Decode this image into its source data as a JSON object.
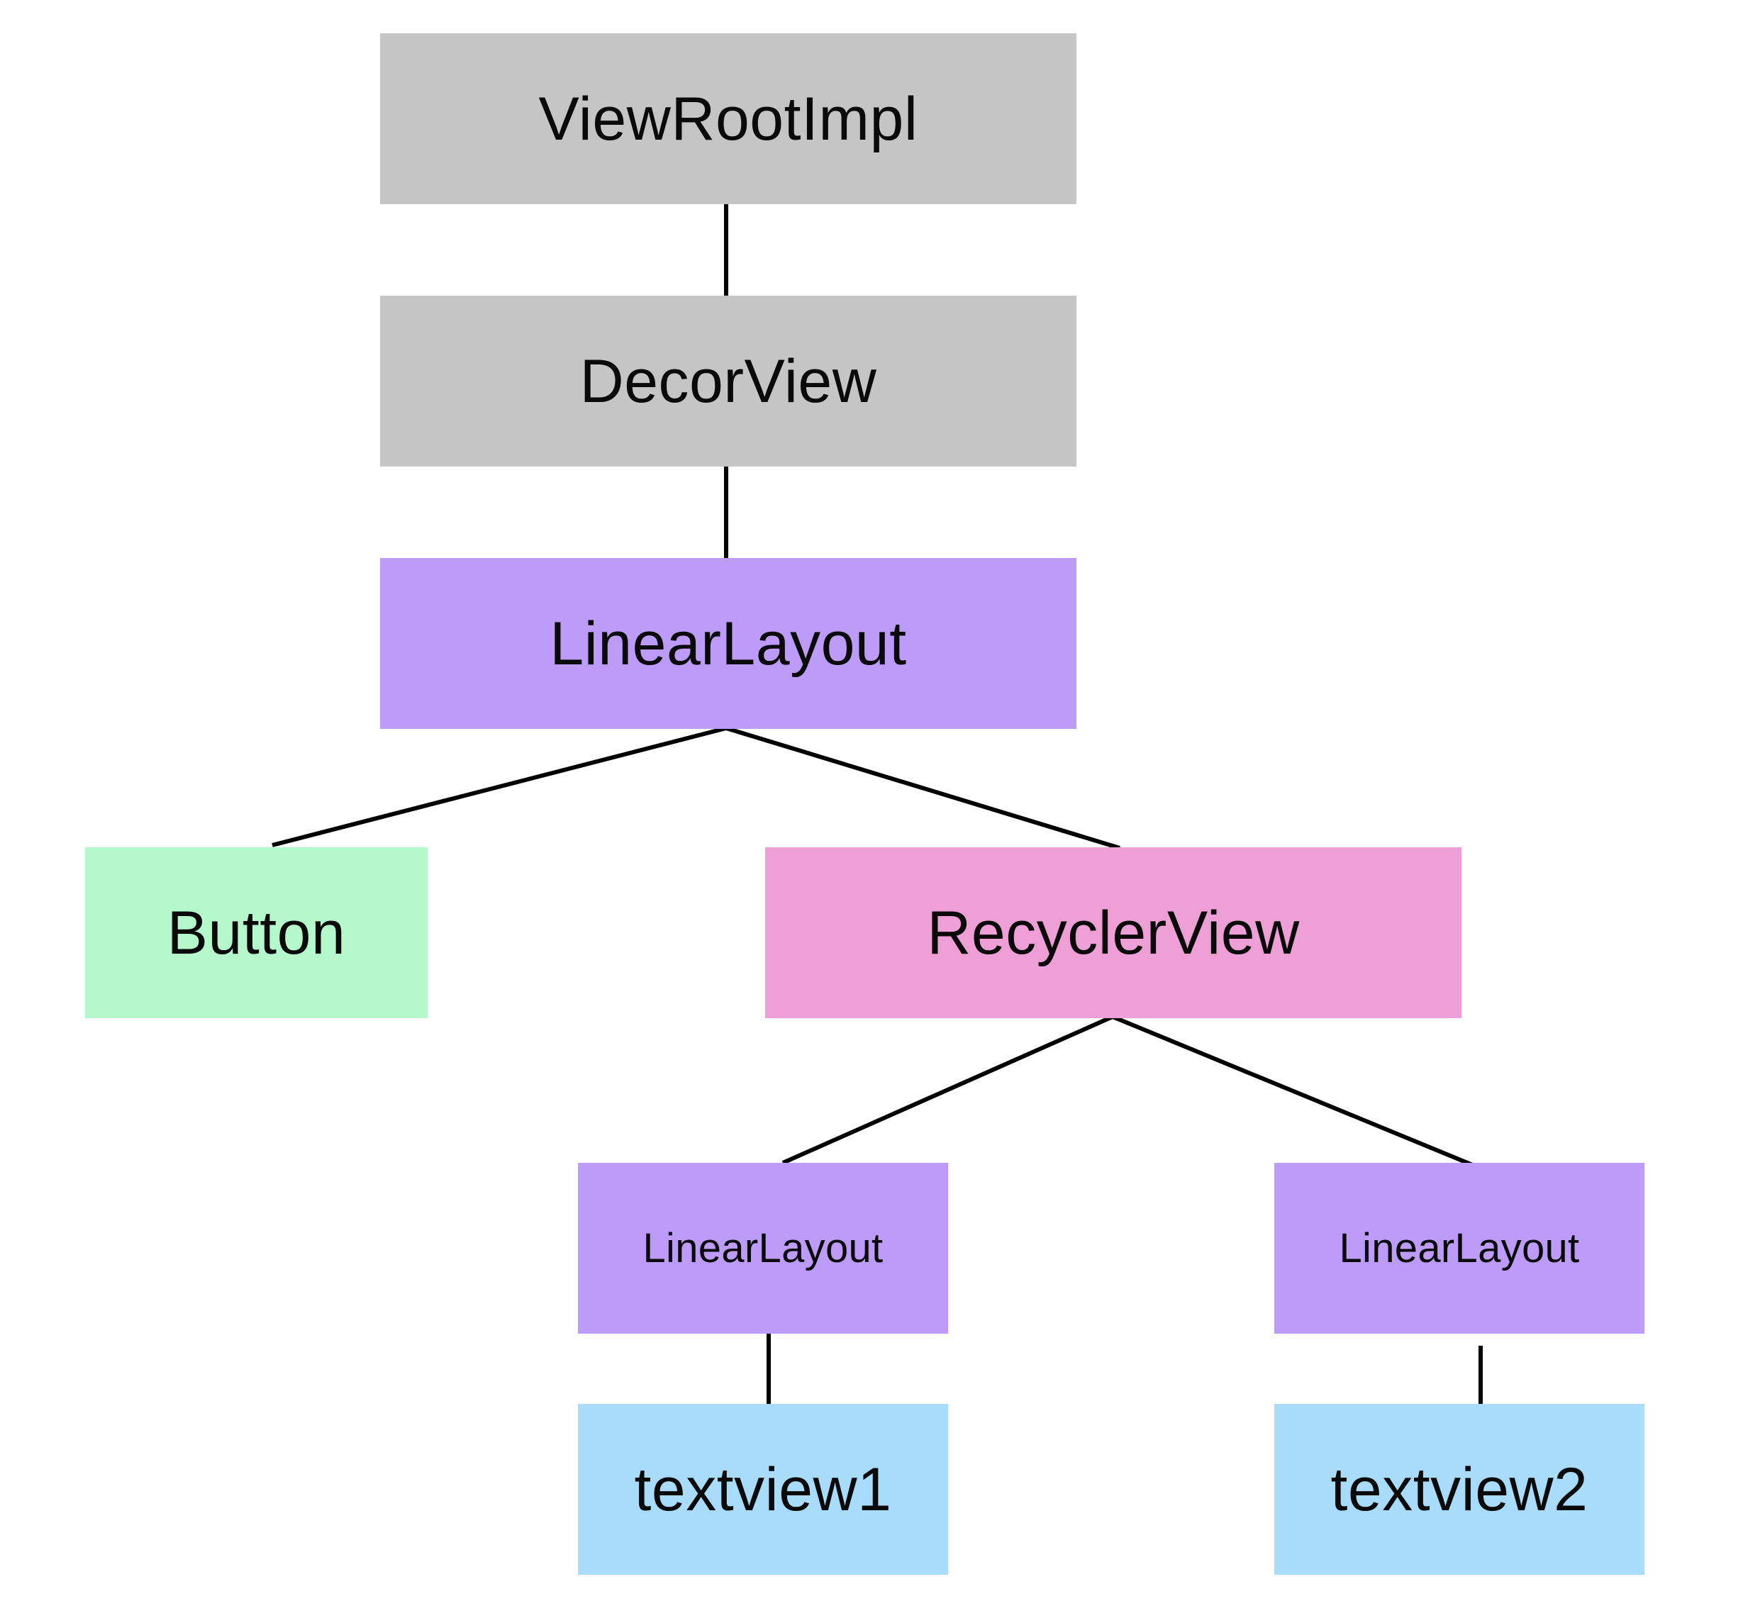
{
  "colors": {
    "gray": "#c5c5c5",
    "purple": "#bd9bf8",
    "green": "#b4f8cc",
    "pink": "#ee9fd6",
    "blue": "#a8dcfa",
    "edge": "#000000"
  },
  "nodes": {
    "viewrootimpl": "ViewRootImpl",
    "decorview": "DecorView",
    "linearlayout": "LinearLayout",
    "button": "Button",
    "recyclerview": "RecyclerView",
    "ll_child_1": "LinearLayout",
    "ll_child_2": "LinearLayout",
    "textview1": "textview1",
    "textview2": "textview2"
  },
  "edges": [
    [
      "viewrootimpl",
      "decorview"
    ],
    [
      "decorview",
      "linearlayout"
    ],
    [
      "linearlayout",
      "button"
    ],
    [
      "linearlayout",
      "recyclerview"
    ],
    [
      "recyclerview",
      "ll_child_1"
    ],
    [
      "recyclerview",
      "ll_child_2"
    ],
    [
      "ll_child_1",
      "textview1"
    ],
    [
      "ll_child_2",
      "textview2"
    ]
  ]
}
